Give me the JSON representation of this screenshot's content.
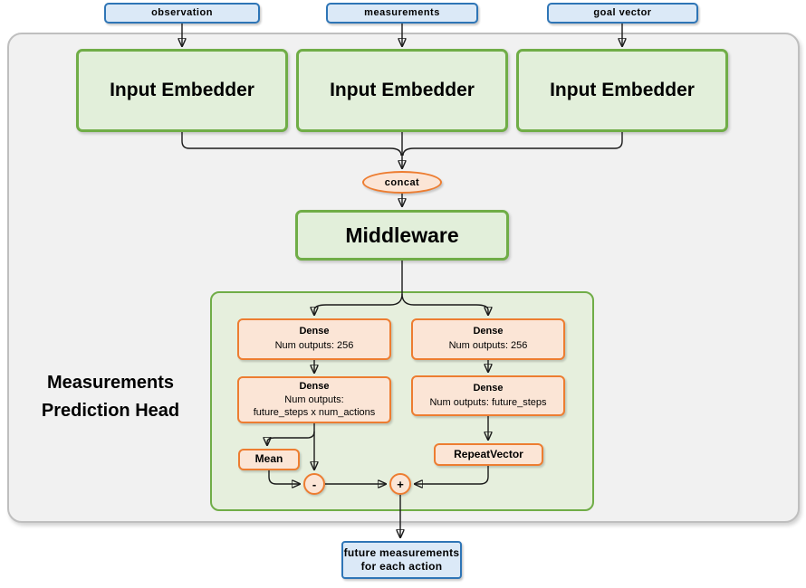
{
  "inputs": [
    {
      "label": "observation"
    },
    {
      "label": "measurements"
    },
    {
      "label": "goal vector"
    }
  ],
  "embedders": [
    {
      "label": "Input Embedder"
    },
    {
      "label": "Input Embedder"
    },
    {
      "label": "Input Embedder"
    }
  ],
  "concat": {
    "label": "concat"
  },
  "middleware": {
    "label": "Middleware"
  },
  "prediction_head": {
    "title": "Measurements Prediction Head",
    "left_branch": {
      "dense1": {
        "title": "Dense",
        "subtitle": "Num outputs: 256"
      },
      "dense2": {
        "title": "Dense",
        "subtitle": "Num outputs:",
        "subtitle2": "future_steps x num_actions"
      },
      "mean": {
        "label": "Mean"
      },
      "op": {
        "label": "-"
      }
    },
    "right_branch": {
      "dense1": {
        "title": "Dense",
        "subtitle": "Num outputs: 256"
      },
      "dense2": {
        "title": "Dense",
        "subtitle": "Num outputs: future_steps"
      },
      "repeat_vector": {
        "label": "RepeatVector"
      },
      "op": {
        "label": "+"
      }
    }
  },
  "output": {
    "line1": "future measurements",
    "line2": "for each action"
  },
  "colors": {
    "green_border": "#70ad47",
    "green_fill": "#e2efda",
    "orange_border": "#ed7d31",
    "orange_fill": "#fbe5d6",
    "blue_border": "#2e75b6",
    "blue_fill": "#dbe9f7",
    "panel_fill": "#f1f1f1",
    "panel_border": "#bfbfbf",
    "wire_color": "#1b1b1b"
  }
}
